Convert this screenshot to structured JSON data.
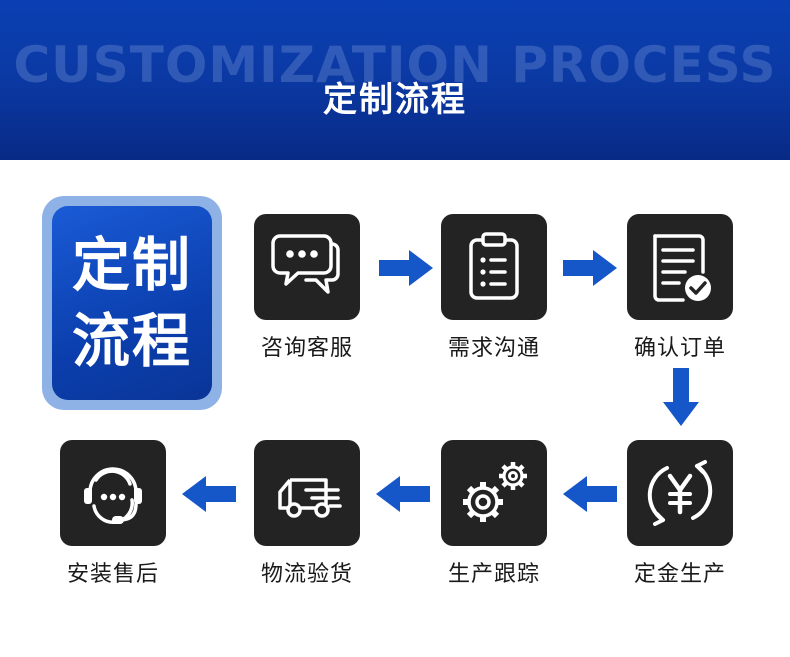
{
  "header": {
    "watermark": "CUSTOMIZATION PROCESS",
    "title": "定制流程"
  },
  "badge": {
    "line1": "定制",
    "line2": "流程"
  },
  "steps": [
    {
      "label": "咨询客服",
      "icon": "chat-bubbles-icon"
    },
    {
      "label": "需求沟通",
      "icon": "clipboard-list-icon"
    },
    {
      "label": "确认订单",
      "icon": "document-check-icon"
    },
    {
      "label": "定金生产",
      "icon": "yuan-refresh-icon"
    },
    {
      "label": "生产跟踪",
      "icon": "gears-icon"
    },
    {
      "label": "物流验货",
      "icon": "delivery-truck-icon"
    },
    {
      "label": "安装售后",
      "icon": "headset-support-icon"
    }
  ],
  "colors": {
    "banner": "#0a3fb3",
    "arrow": "#1557c9",
    "tile": "#232323",
    "badge_border": "#8eb1e6"
  }
}
